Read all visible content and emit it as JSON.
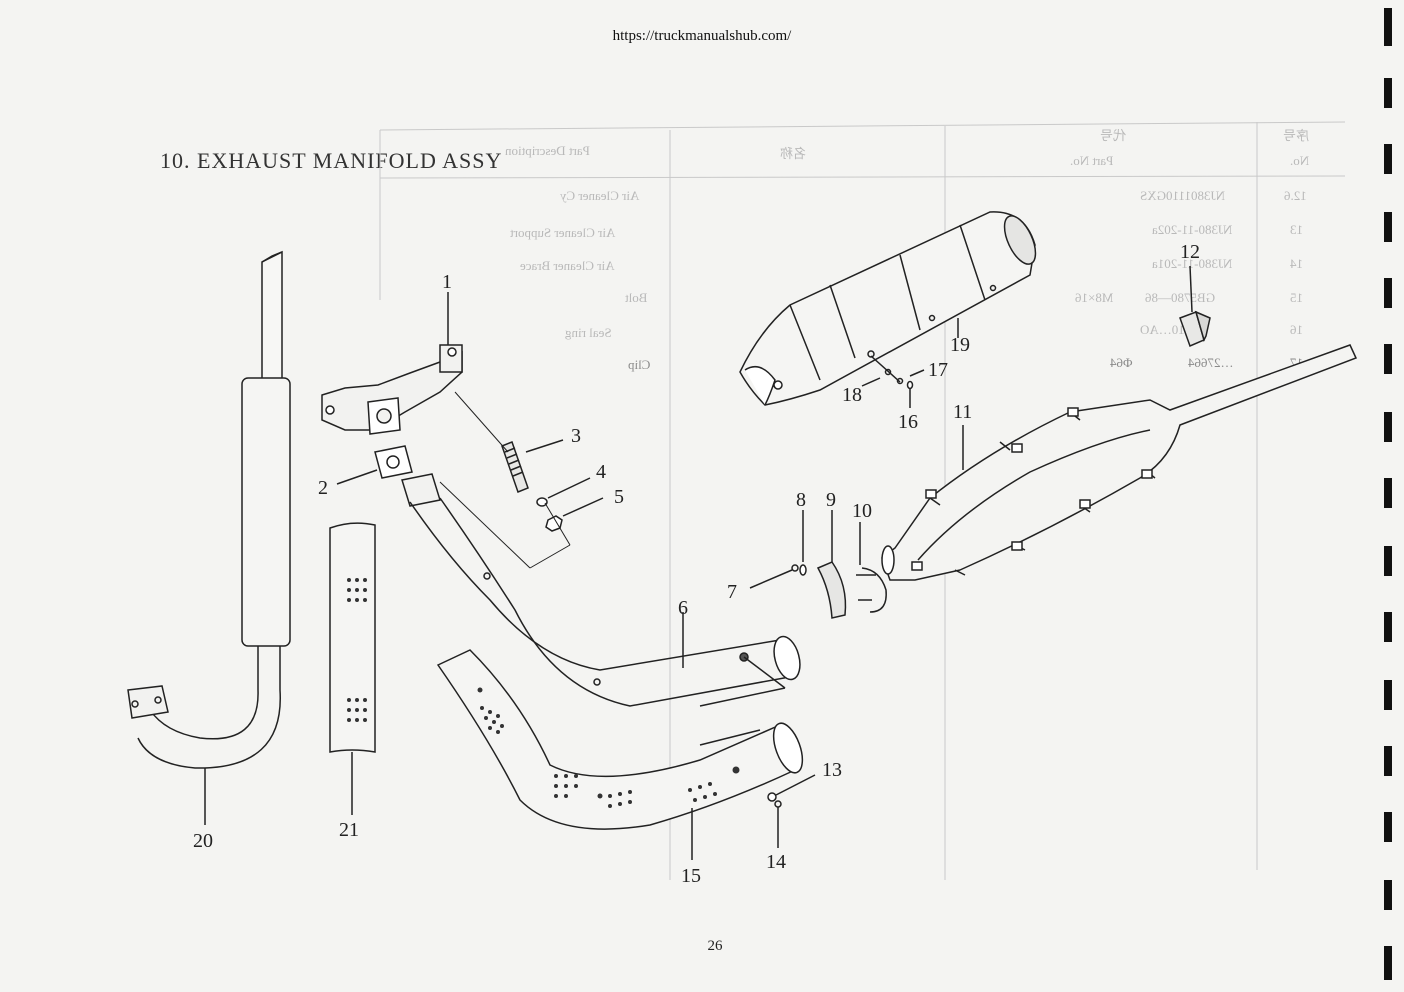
{
  "header": {
    "url": "https://truckmanualshub.com/"
  },
  "section": {
    "title": "10. EXHAUST MANIFOLD ASSY"
  },
  "footer": {
    "page_number": "26"
  },
  "ghost_table": {
    "headers": {
      "no_cn": "序号",
      "no": "No.",
      "part_no_cn": "代号",
      "part_no": "Part No.",
      "name_cn": "名称",
      "description": "Part Description"
    },
    "rows": [
      {
        "no": "12.6",
        "part_no": "NJ3801110GXS",
        "description": "Air Cleaner Cy"
      },
      {
        "no": "13",
        "part_no": "NJ380-11-202a",
        "description": "Air Cleaner Support"
      },
      {
        "no": "14",
        "part_no": "NJ380-11-201a",
        "description": "Air Cleaner Brace"
      },
      {
        "no": "15",
        "part_no": "GB5780—86",
        "size": "M8×16",
        "description": "Bolt"
      },
      {
        "no": "16",
        "part_no": "110…AO",
        "description": "Seal ring"
      },
      {
        "no": "17",
        "part_no": "…27664",
        "size": "Φ64",
        "description": "Clip"
      }
    ]
  },
  "callouts": [
    "1",
    "2",
    "3",
    "4",
    "5",
    "6",
    "7",
    "8",
    "9",
    "10",
    "11",
    "12",
    "13",
    "14",
    "15",
    "16",
    "17",
    "18",
    "19",
    "20",
    "21"
  ]
}
